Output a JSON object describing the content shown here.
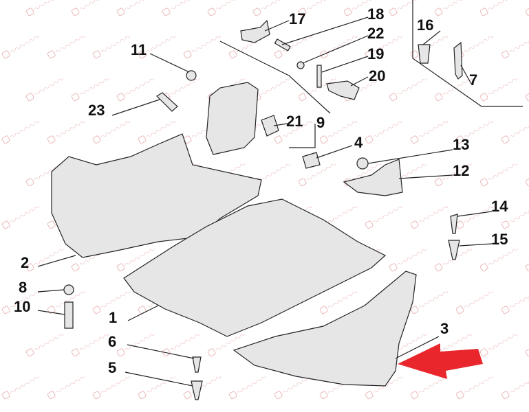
{
  "watermark": "γεργαλιεργκιδης",
  "callouts": [
    "1",
    "2",
    "3",
    "4",
    "5",
    "6",
    "7",
    "8",
    "9",
    "10",
    "11",
    "12",
    "13",
    "14",
    "15",
    "16",
    "17",
    "18",
    "19",
    "20",
    "21",
    "22",
    "23"
  ],
  "colors": {
    "arrow": "#e8262b",
    "line": "#222222",
    "part_fill": "#e6e6e6"
  }
}
